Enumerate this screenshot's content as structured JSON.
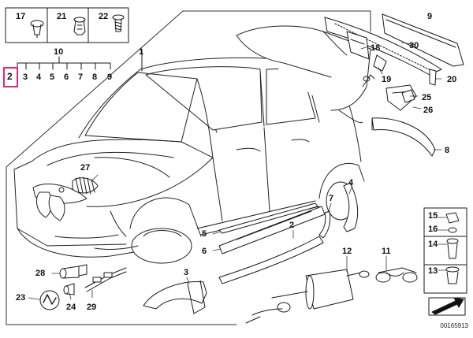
{
  "diagram": {
    "document_number": "00165913",
    "highlighted_part": "2",
    "callouts": {
      "n17": "17",
      "n21": "21",
      "n22": "22",
      "n10": "10",
      "n2h": "2",
      "n3h": "3",
      "n4h": "4",
      "n5h": "5",
      "n6h": "6",
      "n7h": "7",
      "n8h": "8",
      "n9h": "9",
      "n1": "1",
      "n9": "9",
      "n18": "18",
      "n30": "30",
      "n19": "19",
      "n20": "20",
      "n25": "25",
      "n26": "26",
      "n8": "8",
      "n27": "27",
      "n5": "5",
      "n2": "2",
      "n6": "6",
      "n7": "7",
      "n4": "4",
      "n15": "15",
      "n16": "16",
      "n14": "14",
      "n13": "13",
      "n12": "12",
      "n11": "11",
      "n28": "28",
      "n24": "24",
      "n29": "29",
      "n23": "23",
      "n3": "3"
    }
  }
}
